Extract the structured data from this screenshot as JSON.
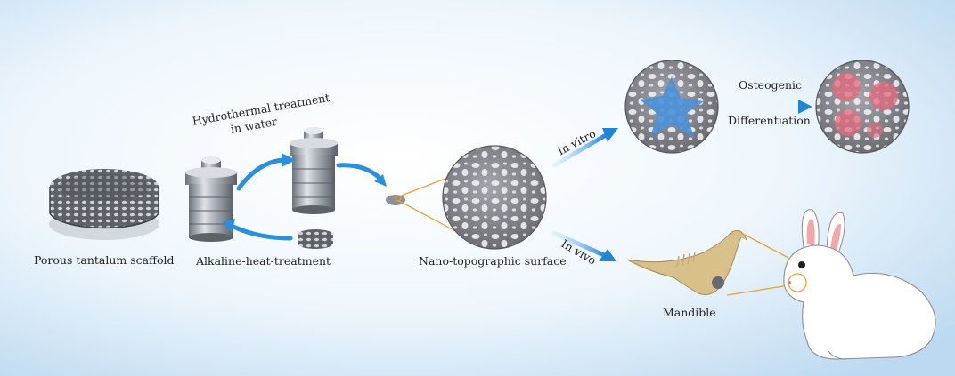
{
  "labels": {
    "scaffold": "Porous tantalum scaffold",
    "hydro_line1": "Hydrothermal treatment",
    "hydro_line2": "in water",
    "alkaline": "Alkaline-heat-treatment",
    "nano": "Nano-topographic surface",
    "in_vitro": "In vitro",
    "in_vivo": "In vivo",
    "osteogenic": "Osteogenic",
    "differentiation": "Differentiation",
    "mandible": "Mandible"
  },
  "colors": {
    "arrow": "#2a8fdc",
    "leader": "#e8a23a",
    "cell": "#4a90d8",
    "mineral": "#e46a7e",
    "surface": "#7d7f84",
    "bone": "#d8c08a"
  }
}
